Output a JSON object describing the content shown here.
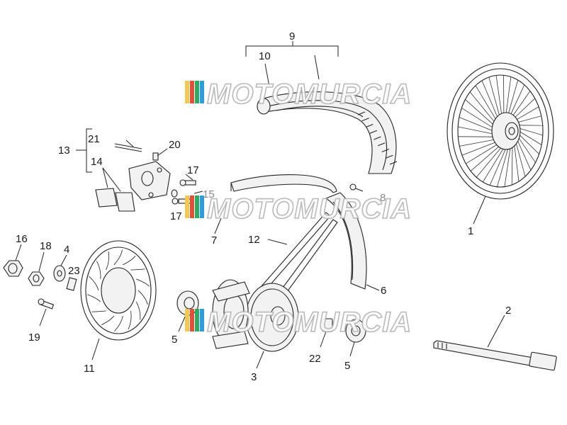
{
  "watermark": {
    "text": "MOTOMURCIA",
    "stripe_colors": [
      "#f2c94c",
      "#e74c3c",
      "#27ae60",
      "#2d9cdb"
    ]
  },
  "callouts": {
    "c1": "1",
    "c2": "2",
    "c3": "3",
    "c4": "4",
    "c5a": "5",
    "c5b": "5",
    "c6": "6",
    "c7": "7",
    "c8": "8",
    "c9": "9",
    "c10": "10",
    "c11": "11",
    "c12": "12",
    "c13": "13",
    "c14": "14",
    "c15": "15",
    "c16": "16",
    "c17a": "17",
    "c17b": "17",
    "c18": "18",
    "c19": "19",
    "c20": "20",
    "c21": "21",
    "c22": "22",
    "c23": "23"
  }
}
